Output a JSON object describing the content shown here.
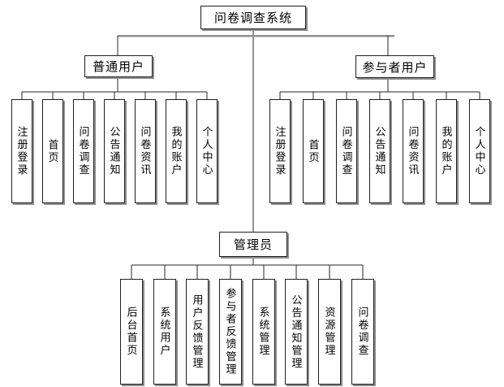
{
  "diagram": {
    "root_label": "问卷调查系统",
    "branches": [
      {
        "label": "普通用户",
        "children": [
          "注册登录",
          "首页",
          "问卷调查",
          "公告通知",
          "问卷资讯",
          "我的账户",
          "个人中心"
        ]
      },
      {
        "label": "参与者用户",
        "children": [
          "注册登录",
          "首页",
          "问卷调查",
          "公告通知",
          "问卷资讯",
          "我的账户",
          "个人中心"
        ]
      },
      {
        "label": "管理员",
        "children": [
          "后台首页",
          "系统用户",
          "用户反馈管理",
          "参与者反馈管理",
          "系统管理",
          "公告通知管理",
          "资源管理",
          "问卷调查"
        ]
      }
    ]
  },
  "colors": {
    "background": "#ffffff",
    "box_border": "#1f1f1f",
    "box_shadow": "#8e8e8e",
    "connector": "#262626",
    "trunk_line": "#8f8f8f"
  }
}
